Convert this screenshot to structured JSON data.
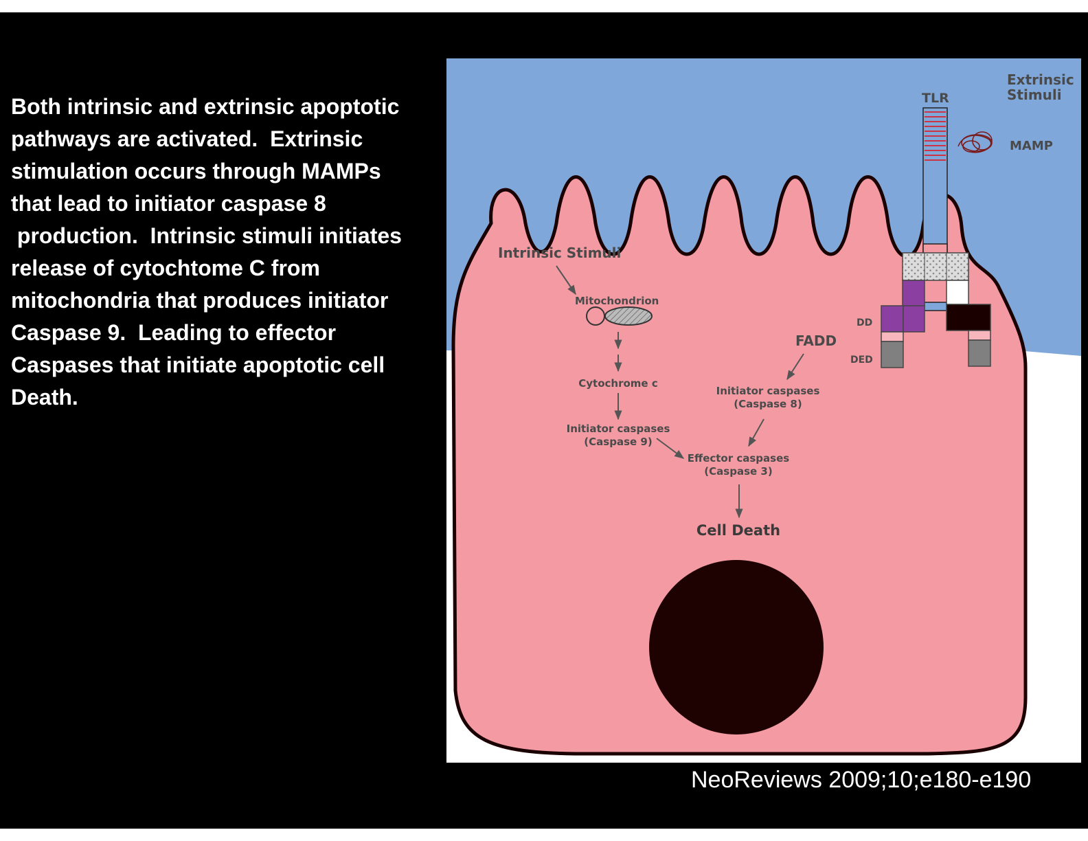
{
  "slide": {
    "paragraph_lines": [
      "Both intrinsic and extrinsic apoptotic",
      "pathways are activated.  Extrinsic",
      "stimulation occurs through MAMPs",
      "that lead to initiator caspase 8",
      " production.  Intrinsic stimuli initiates",
      "release of cytochtome C from",
      "mitochondria that produces initiator",
      "Caspase 9.  Leading to effector",
      "Caspases that initiate apoptotic cell",
      "Death."
    ],
    "citation": "NeoReviews 2009;10;e180-e190"
  },
  "figure": {
    "extrinsic_stimuli": [
      "Extrinsic",
      "Stimuli"
    ],
    "tlr": "TLR",
    "mamp": "MAMP",
    "intrinsic_stimuli": "Intrinsic Stimuli",
    "mitochondrion": "Mitochondrion",
    "cytochrome_c": "Cytochrome c",
    "initiator_9": [
      "Initiator caspases",
      "(Caspase 9)"
    ],
    "fadd": "FADD",
    "dd": "DD",
    "ded": "DED",
    "initiator_8": [
      "Initiator caspases",
      "(Caspase 8)"
    ],
    "effector": [
      "Effector caspases",
      "(Caspase 3)"
    ],
    "cell_death": "Cell Death"
  },
  "colors": {
    "background": "#000000",
    "extracellular_blue": "#7fa7d9",
    "cell_pink": "#f39aa3",
    "nucleus": "#1e0202",
    "purple": "#8b3fa0",
    "gray": "#808080",
    "label_dark": "#3a3a3a"
  }
}
